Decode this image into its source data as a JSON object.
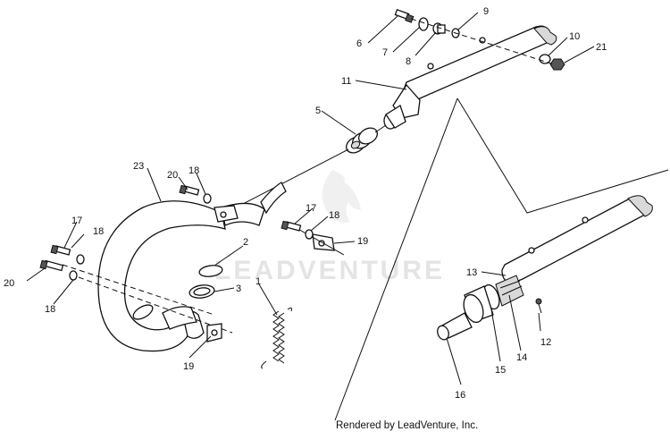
{
  "credit": "Rendered by LeadVenture, Inc.",
  "watermark": "LEADVENTURE",
  "callouts": [
    {
      "id": "c1",
      "label": "1"
    },
    {
      "id": "c2",
      "label": "2"
    },
    {
      "id": "c3",
      "label": "3"
    },
    {
      "id": "c5",
      "label": "5"
    },
    {
      "id": "c6",
      "label": "6"
    },
    {
      "id": "c7",
      "label": "7"
    },
    {
      "id": "c8",
      "label": "8"
    },
    {
      "id": "c9",
      "label": "9"
    },
    {
      "id": "c10",
      "label": "10"
    },
    {
      "id": "c11",
      "label": "11"
    },
    {
      "id": "c12",
      "label": "12"
    },
    {
      "id": "c13",
      "label": "13"
    },
    {
      "id": "c14",
      "label": "14"
    },
    {
      "id": "c15",
      "label": "15"
    },
    {
      "id": "c16",
      "label": "16"
    },
    {
      "id": "c17a",
      "label": "17"
    },
    {
      "id": "c17b",
      "label": "17"
    },
    {
      "id": "c18a",
      "label": "18"
    },
    {
      "id": "c18b",
      "label": "18"
    },
    {
      "id": "c18c",
      "label": "18"
    },
    {
      "id": "c18d",
      "label": "18"
    },
    {
      "id": "c19a",
      "label": "19"
    },
    {
      "id": "c19b",
      "label": "19"
    },
    {
      "id": "c20a",
      "label": "20"
    },
    {
      "id": "c20b",
      "label": "20"
    },
    {
      "id": "c21",
      "label": "21"
    },
    {
      "id": "c23",
      "label": "23"
    }
  ]
}
